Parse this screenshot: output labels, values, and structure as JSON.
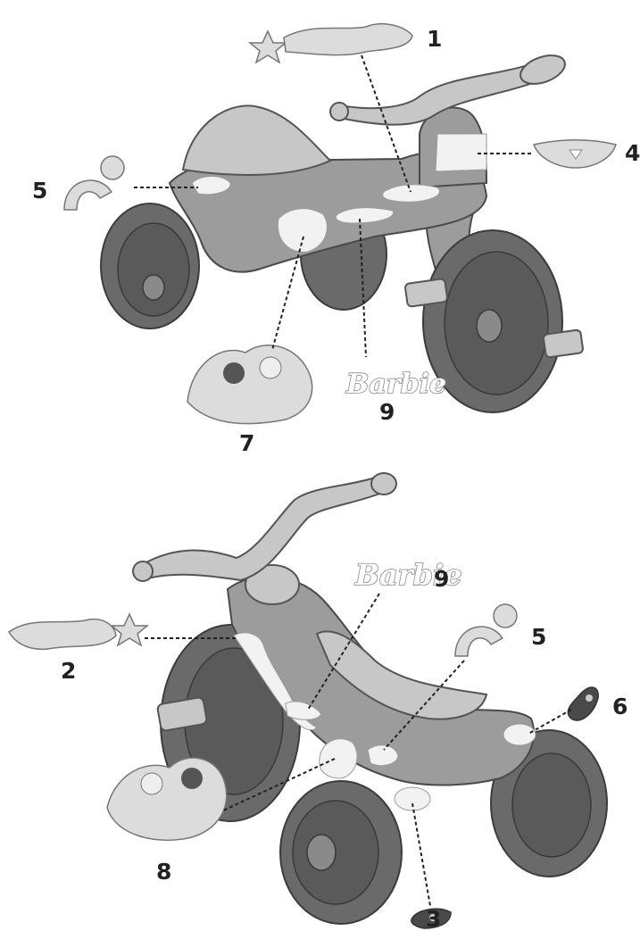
{
  "diagram": {
    "labels": [
      {
        "id": "top-1",
        "text": "1"
      },
      {
        "id": "top-4",
        "text": "4"
      },
      {
        "id": "top-5",
        "text": "5"
      },
      {
        "id": "top-7",
        "text": "7"
      },
      {
        "id": "top-9",
        "text": "9"
      },
      {
        "id": "bottom-2",
        "text": "2"
      },
      {
        "id": "bottom-9",
        "text": "9"
      },
      {
        "id": "bottom-5",
        "text": "5"
      },
      {
        "id": "bottom-6",
        "text": "6"
      },
      {
        "id": "bottom-8",
        "text": "8"
      },
      {
        "id": "bottom-3",
        "text": "3"
      }
    ],
    "brand_logo": "Barbie"
  }
}
